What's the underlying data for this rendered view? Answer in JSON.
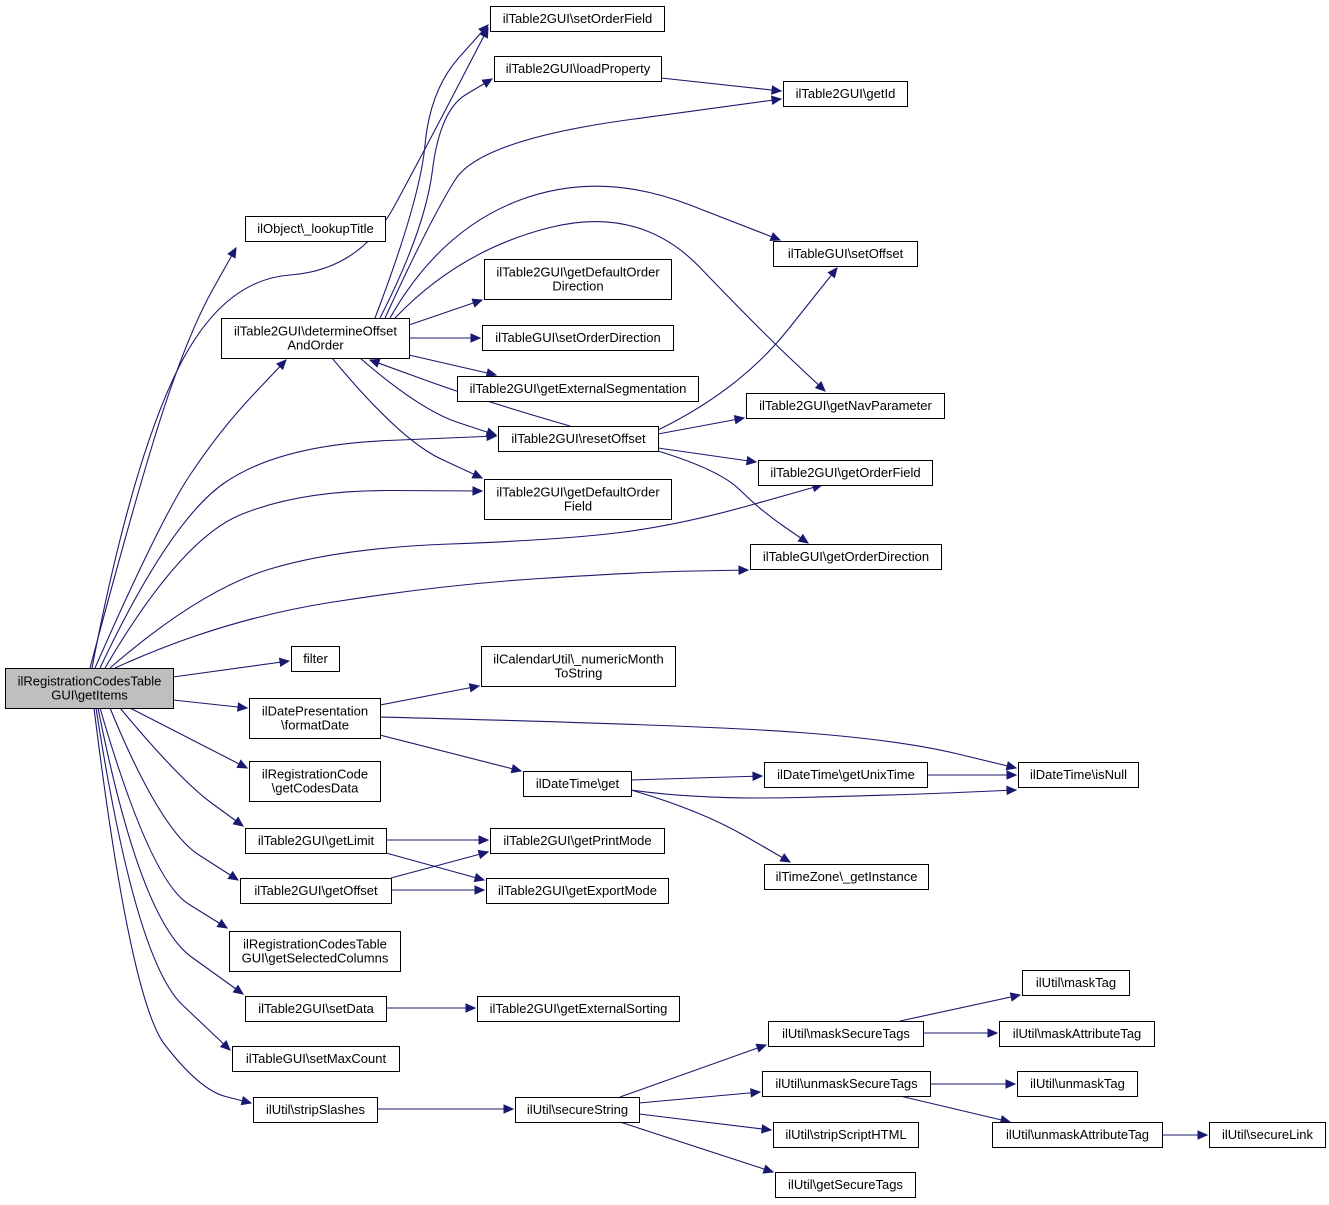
{
  "diagram": {
    "type": "call-graph",
    "colors": {
      "edge": "#191970",
      "root_fill": "#bfbfbf",
      "node_fill": "#ffffff",
      "node_border": "#000000"
    },
    "nodes": [
      {
        "id": "root",
        "lines": [
          "ilRegistrationCodesTable",
          "GUI\\getItems"
        ],
        "root": true
      },
      {
        "id": "lookupTitle",
        "lines": [
          "ilObject\\_lookupTitle"
        ]
      },
      {
        "id": "determineOffset",
        "lines": [
          "ilTable2GUI\\determineOffset",
          "AndOrder"
        ]
      },
      {
        "id": "filter",
        "lines": [
          "filter"
        ]
      },
      {
        "id": "formatDate",
        "lines": [
          "ilDatePresentation",
          "\\formatDate"
        ]
      },
      {
        "id": "getCodesData",
        "lines": [
          "ilRegistrationCode",
          "\\getCodesData"
        ]
      },
      {
        "id": "getLimit",
        "lines": [
          "ilTable2GUI\\getLimit"
        ]
      },
      {
        "id": "getOffset",
        "lines": [
          "ilTable2GUI\\getOffset"
        ]
      },
      {
        "id": "getSelectedColumns",
        "lines": [
          "ilRegistrationCodesTable",
          "GUI\\getSelectedColumns"
        ]
      },
      {
        "id": "setData",
        "lines": [
          "ilTable2GUI\\setData"
        ]
      },
      {
        "id": "setMaxCount",
        "lines": [
          "ilTableGUI\\setMaxCount"
        ]
      },
      {
        "id": "stripSlashes",
        "lines": [
          "ilUtil\\stripSlashes"
        ]
      },
      {
        "id": "setOrderField",
        "lines": [
          "ilTable2GUI\\setOrderField"
        ]
      },
      {
        "id": "loadProperty",
        "lines": [
          "ilTable2GUI\\loadProperty"
        ]
      },
      {
        "id": "getDefaultOrderDirection",
        "lines": [
          "ilTable2GUI\\getDefaultOrder",
          "Direction"
        ]
      },
      {
        "id": "setOrderDirection",
        "lines": [
          "ilTableGUI\\setOrderDirection"
        ]
      },
      {
        "id": "getExternalSegmentation",
        "lines": [
          "ilTable2GUI\\getExternalSegmentation"
        ]
      },
      {
        "id": "resetOffset",
        "lines": [
          "ilTable2GUI\\resetOffset"
        ]
      },
      {
        "id": "getDefaultOrderField",
        "lines": [
          "ilTable2GUI\\getDefaultOrder",
          "Field"
        ]
      },
      {
        "id": "numericMonth",
        "lines": [
          "ilCalendarUtil\\_numericMonth",
          "ToString"
        ]
      },
      {
        "id": "dtGet",
        "lines": [
          "ilDateTime\\get"
        ]
      },
      {
        "id": "getPrintMode",
        "lines": [
          "ilTable2GUI\\getPrintMode"
        ]
      },
      {
        "id": "getExportMode",
        "lines": [
          "ilTable2GUI\\getExportMode"
        ]
      },
      {
        "id": "getExternalSorting",
        "lines": [
          "ilTable2GUI\\getExternalSorting"
        ]
      },
      {
        "id": "secureString",
        "lines": [
          "ilUtil\\secureString"
        ]
      },
      {
        "id": "getId",
        "lines": [
          "ilTable2GUI\\getId"
        ]
      },
      {
        "id": "setOffset",
        "lines": [
          "ilTableGUI\\setOffset"
        ]
      },
      {
        "id": "getNavParameter",
        "lines": [
          "ilTable2GUI\\getNavParameter"
        ]
      },
      {
        "id": "getOrderField",
        "lines": [
          "ilTable2GUI\\getOrderField"
        ]
      },
      {
        "id": "getOrderDirection",
        "lines": [
          "ilTableGUI\\getOrderDirection"
        ]
      },
      {
        "id": "getUnixTime",
        "lines": [
          "ilDateTime\\getUnixTime"
        ]
      },
      {
        "id": "getInstance",
        "lines": [
          "ilTimeZone\\_getInstance"
        ]
      },
      {
        "id": "maskSecureTags",
        "lines": [
          "ilUtil\\maskSecureTags"
        ]
      },
      {
        "id": "unmaskSecureTags",
        "lines": [
          "ilUtil\\unmaskSecureTags"
        ]
      },
      {
        "id": "stripScriptHTML",
        "lines": [
          "ilUtil\\stripScriptHTML"
        ]
      },
      {
        "id": "getSecureTags",
        "lines": [
          "ilUtil\\getSecureTags"
        ]
      },
      {
        "id": "isNull",
        "lines": [
          "ilDateTime\\isNull"
        ]
      },
      {
        "id": "maskTag",
        "lines": [
          "ilUtil\\maskTag"
        ]
      },
      {
        "id": "maskAttributeTag",
        "lines": [
          "ilUtil\\maskAttributeTag"
        ]
      },
      {
        "id": "unmaskTag",
        "lines": [
          "ilUtil\\unmaskTag"
        ]
      },
      {
        "id": "unmaskAttributeTag",
        "lines": [
          "ilUtil\\unmaskAttributeTag"
        ]
      },
      {
        "id": "secureLink",
        "lines": [
          "ilUtil\\secureLink"
        ]
      }
    ],
    "edges": [
      [
        "root",
        "lookupTitle"
      ],
      [
        "root",
        "determineOffset"
      ],
      [
        "root",
        "resetOffset"
      ],
      [
        "root",
        "getDefaultOrderField"
      ],
      [
        "root",
        "getOrderField"
      ],
      [
        "root",
        "getOrderDirection"
      ],
      [
        "root",
        "filter"
      ],
      [
        "root",
        "formatDate"
      ],
      [
        "root",
        "getCodesData"
      ],
      [
        "root",
        "getLimit"
      ],
      [
        "root",
        "getOffset"
      ],
      [
        "root",
        "getSelectedColumns"
      ],
      [
        "root",
        "setData"
      ],
      [
        "root",
        "setMaxCount"
      ],
      [
        "root",
        "stripSlashes"
      ],
      [
        "root",
        "setOrderField"
      ],
      [
        "determineOffset",
        "setOrderField"
      ],
      [
        "determineOffset",
        "loadProperty"
      ],
      [
        "determineOffset",
        "getId"
      ],
      [
        "determineOffset",
        "setOffset"
      ],
      [
        "determineOffset",
        "getNavParameter"
      ],
      [
        "determineOffset",
        "getDefaultOrderDirection"
      ],
      [
        "determineOffset",
        "setOrderDirection"
      ],
      [
        "determineOffset",
        "getExternalSegmentation"
      ],
      [
        "determineOffset",
        "resetOffset"
      ],
      [
        "determineOffset",
        "getDefaultOrderField"
      ],
      [
        "loadProperty",
        "getId"
      ],
      [
        "resetOffset",
        "determineOffset"
      ],
      [
        "resetOffset",
        "setOffset"
      ],
      [
        "resetOffset",
        "getNavParameter"
      ],
      [
        "resetOffset",
        "getOrderField"
      ],
      [
        "resetOffset",
        "getOrderDirection"
      ],
      [
        "formatDate",
        "numericMonth"
      ],
      [
        "formatDate",
        "isNull"
      ],
      [
        "formatDate",
        "dtGet"
      ],
      [
        "dtGet",
        "getUnixTime"
      ],
      [
        "dtGet",
        "isNull"
      ],
      [
        "dtGet",
        "getInstance"
      ],
      [
        "getUnixTime",
        "isNull"
      ],
      [
        "getLimit",
        "getPrintMode"
      ],
      [
        "getLimit",
        "getExportMode"
      ],
      [
        "getOffset",
        "getPrintMode"
      ],
      [
        "getOffset",
        "getExportMode"
      ],
      [
        "setData",
        "getExternalSorting"
      ],
      [
        "stripSlashes",
        "secureString"
      ],
      [
        "secureString",
        "maskSecureTags"
      ],
      [
        "secureString",
        "unmaskSecureTags"
      ],
      [
        "secureString",
        "stripScriptHTML"
      ],
      [
        "secureString",
        "getSecureTags"
      ],
      [
        "maskSecureTags",
        "maskTag"
      ],
      [
        "maskSecureTags",
        "maskAttributeTag"
      ],
      [
        "unmaskSecureTags",
        "unmaskTag"
      ],
      [
        "unmaskSecureTags",
        "unmaskAttributeTag"
      ],
      [
        "unmaskAttributeTag",
        "secureLink"
      ]
    ]
  }
}
